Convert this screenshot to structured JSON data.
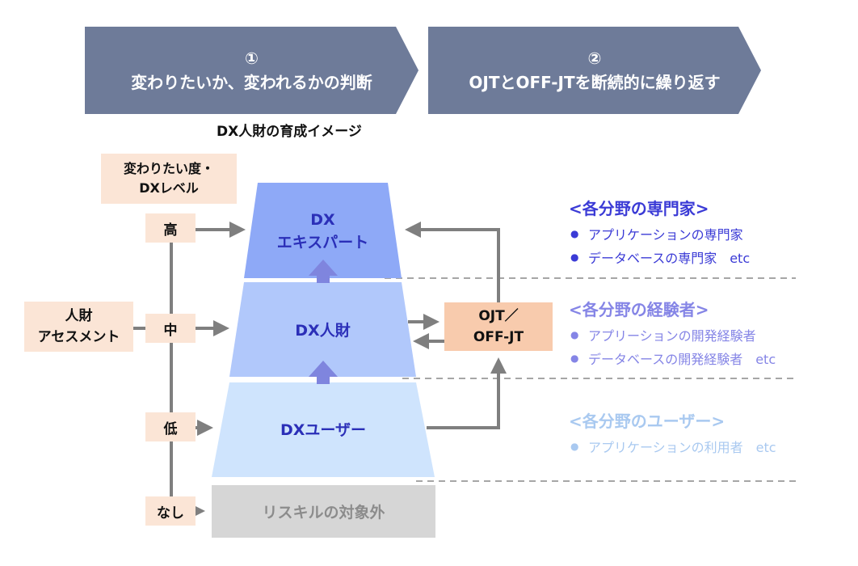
{
  "steps": [
    {
      "number": "①",
      "label": "変わりたいか、変われるかの判断"
    },
    {
      "number": "②",
      "label": "OJTとOFF-JTを断続的に繰り返す"
    }
  ],
  "diagram_title": "DX人財の育成イメージ",
  "axis_label": {
    "line1": "変わりたい度・",
    "line2": "DXレベル"
  },
  "levels": {
    "high": "高",
    "mid": "中",
    "low": "低",
    "none": "なし"
  },
  "assessment": {
    "line1": "人財",
    "line2": "アセスメント"
  },
  "tiers": {
    "expert": {
      "line1": "DX",
      "line2": "エキスパート"
    },
    "talent": "DX人財",
    "user": "DXユーザー",
    "excluded": "リスキルの対象外"
  },
  "training": {
    "line1": "OJT／",
    "line2": "OFF-JT"
  },
  "sections": [
    {
      "title": "<各分野の専門家>",
      "items": [
        "アプリケーションの専門家",
        "データベースの専門家　etc"
      ],
      "color": "#3b3bd6"
    },
    {
      "title": "<各分野の経験者>",
      "items": [
        "アプリーションの開発経験者",
        "データベースの開発経験者　etc"
      ],
      "color": "#8585e6"
    },
    {
      "title": "<各分野のユーザー>",
      "items": [
        "アプリケーションの利用者　etc"
      ],
      "color": "#a9c9f0"
    }
  ],
  "colors": {
    "chevron": "#6e7b99",
    "expert_tier": "#8ea9f7",
    "talent_tier": "#b1c8fb",
    "user_tier": "#cfe4fd",
    "excluded_tier": "#d6d6d6",
    "peach": "#fbe5d6",
    "training_box": "#f8cbad",
    "arrow_gray": "#7f7f7f",
    "up_arrow": "#7f85de"
  }
}
